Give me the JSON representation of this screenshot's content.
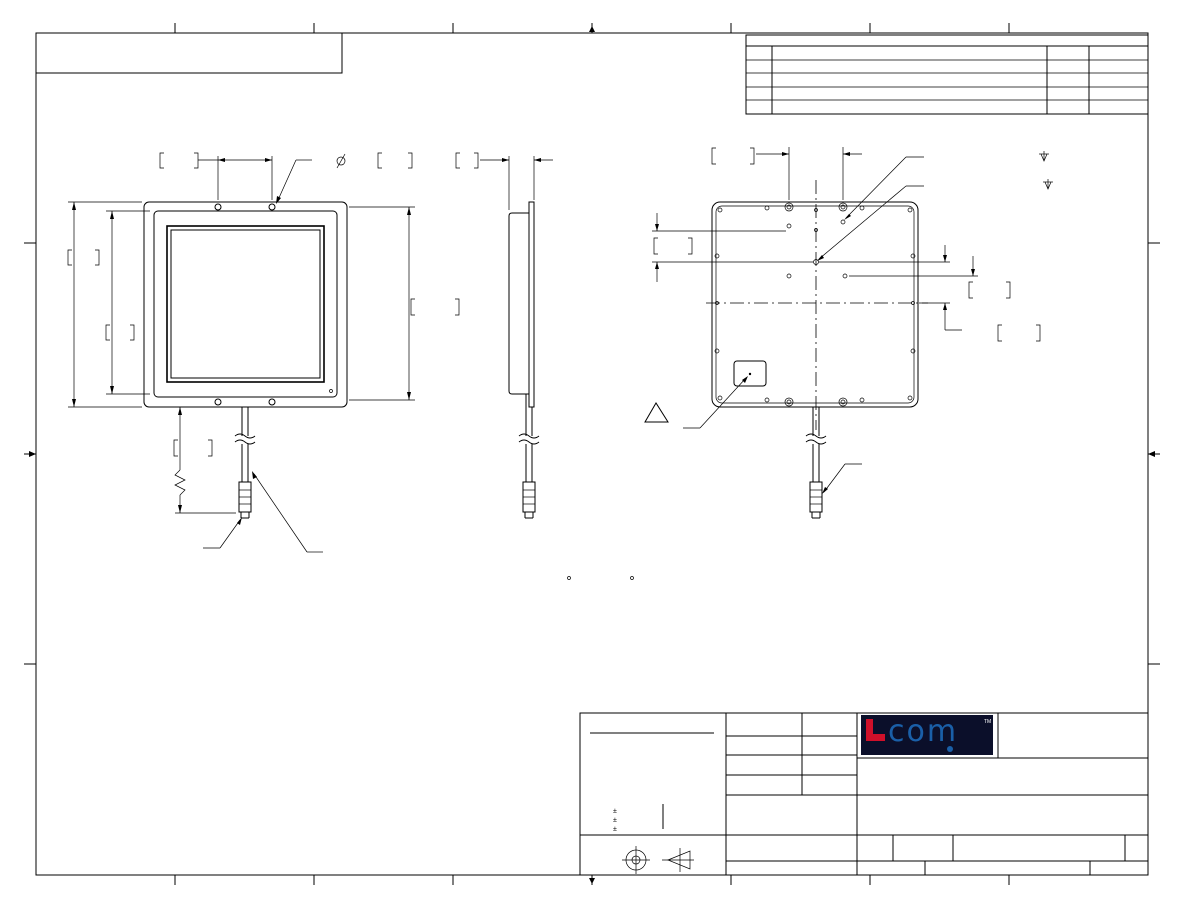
{
  "drawing": {
    "logo": {
      "text": "L-com",
      "brand_colors": {
        "background": "#0b0f2a",
        "red": "#d0102a",
        "blue": "#1a5fa8"
      }
    },
    "symbols": [
      "degree-symbol",
      "diameter-symbol",
      "depth-symbol",
      "projection-symbol",
      "note-flag-triangle"
    ]
  }
}
